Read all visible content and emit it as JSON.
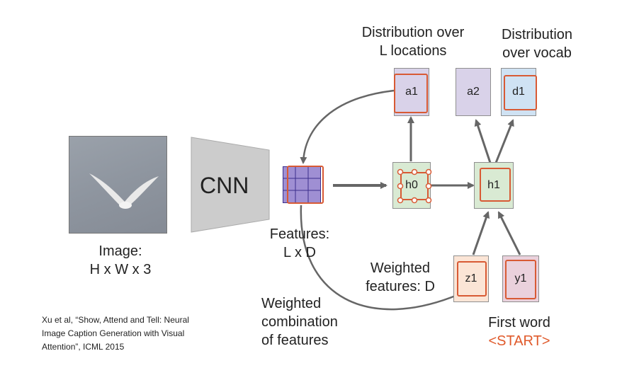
{
  "labels": {
    "dist_locations": [
      "Distribution over",
      "L locations"
    ],
    "dist_vocab": [
      "Distribution",
      "over vocab"
    ],
    "cnn": "CNN",
    "image": [
      "Image:",
      "H x W x 3"
    ],
    "features": [
      "Features:",
      "L x D"
    ],
    "weighted_features": [
      "Weighted",
      "features: D"
    ],
    "weighted_combination": [
      "Weighted",
      "combination",
      "of features"
    ],
    "first_word": "First word",
    "start_token": "<START>"
  },
  "nodes": {
    "a1": "a1",
    "a2": "a2",
    "d1": "d1",
    "h0": "h0",
    "h1": "h1",
    "z1": "z1",
    "y1": "y1"
  },
  "citation": [
    "Xu et al, “Show, Attend and Tell: Neural",
    "Image Caption Generation with Visual",
    "Attention”, ICML 2015"
  ],
  "colors": {
    "highlight": "#d85a34",
    "arrow": "#666666",
    "cnn_fill": "#cccccc",
    "grid_fill": "#9f8fd3",
    "grid_line": "#3c2f8c",
    "start_text": "#e05a2b"
  },
  "icons": [
    "seagull-photo",
    "cnn-trapezoid",
    "feature-grid"
  ]
}
